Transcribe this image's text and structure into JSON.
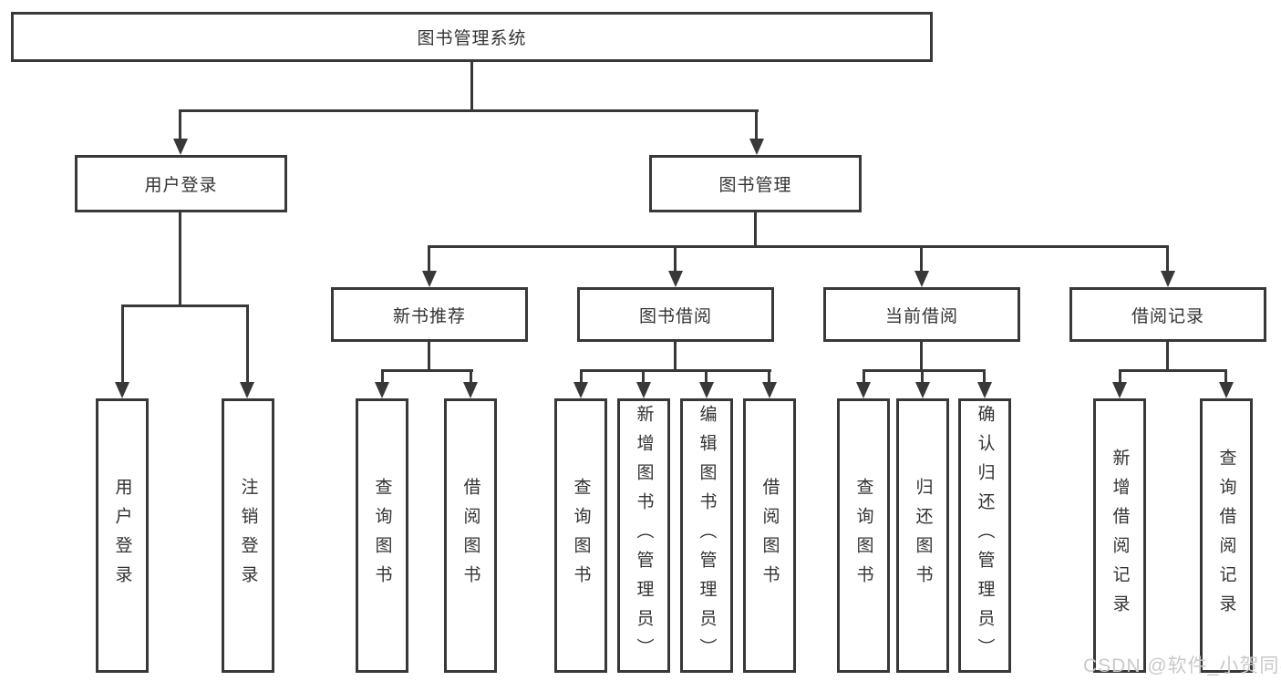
{
  "diagram": {
    "nodes": {
      "root": "图书管理系统",
      "user_login_group": "用户登录",
      "book_mgmt": "图书管理",
      "new_book_rec": "新书推荐",
      "book_borrow": "图书借阅",
      "current_borrow": "当前借阅",
      "borrow_records": "借阅记录",
      "user_login": "用户登录",
      "logout": "注销登录",
      "nb_query_books": "查询图书",
      "nb_borrow_books": "借阅图书",
      "bb_query_books": "查询图书",
      "bb_add_books": "新增图书（管理员）",
      "bb_edit_books": "编辑图书（管理员）",
      "bb_borrow_books": "借阅图书",
      "cb_query_books": "查询图书",
      "cb_return_books": "归还图书",
      "cb_confirm_return": "确认归还（管理员）",
      "br_add_record": "新增借阅记录",
      "br_query_record": "查询借阅记录"
    }
  },
  "watermark": {
    "text": "CSDN @软件_小贺同学"
  },
  "colors": {
    "line": "#383838",
    "text": "#333333",
    "watermark": "#c9c9c9",
    "background": "#ffffff"
  }
}
